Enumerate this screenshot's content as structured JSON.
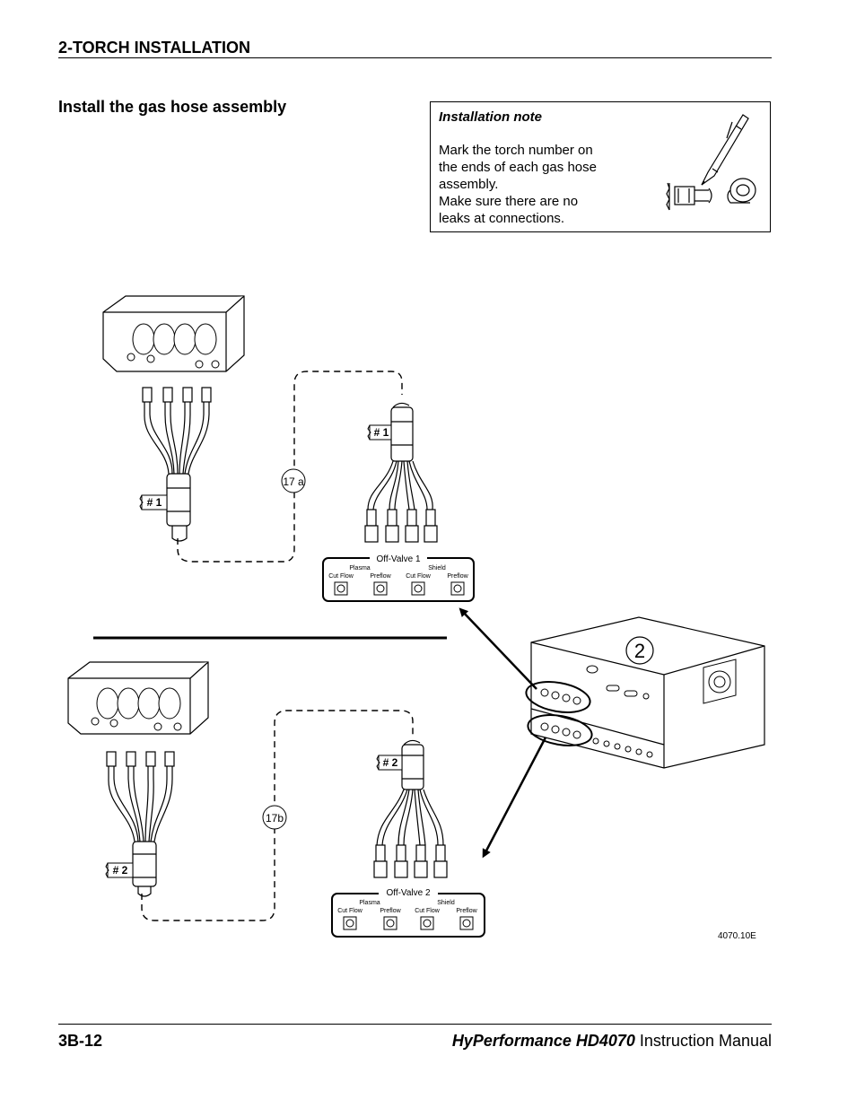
{
  "header": {
    "section": "2-TORCH INSTALLATION"
  },
  "subheading": "Install the gas hose assembly",
  "note": {
    "title": "Installation note",
    "lines": [
      "Mark the torch number on",
      "the ends of each gas hose",
      "assembly.",
      "Make sure there are no",
      "leaks at connections."
    ],
    "pen_icon": "marker-pen-icon",
    "tape_icon": "tape-roll-icon"
  },
  "figure": {
    "callout_main": "2",
    "loop_a_label": "17 a",
    "loop_b_label": "17b",
    "tag_1": "# 1",
    "tag_2": "# 2",
    "valve_1": {
      "title": "Off-Valve 1",
      "group_plasma": "Plasma",
      "group_shield": "Shield",
      "ports": [
        "Cut Flow",
        "Preflow",
        "Cut Flow",
        "Preflow"
      ]
    },
    "valve_2": {
      "title": "Off-Valve 2",
      "group_plasma": "Plasma",
      "group_shield": "Shield",
      "ports": [
        "Cut Flow",
        "Preflow",
        "Cut Flow",
        "Preflow"
      ]
    },
    "figure_code": "4070.10E"
  },
  "footer": {
    "page": "3B-12",
    "brand": "HyPerformance HD4070",
    "manual": " Instruction Manual"
  }
}
